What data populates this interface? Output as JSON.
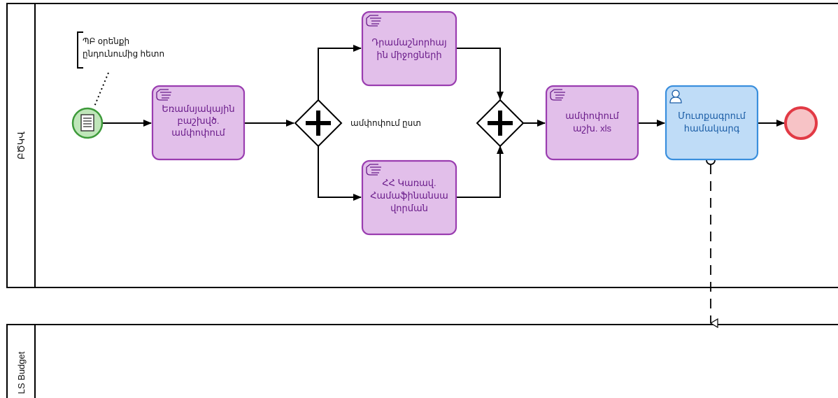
{
  "pools": [
    {
      "id": "main",
      "label": "ԲԾԿՎ"
    },
    {
      "id": "budget",
      "label": "LS Budget"
    }
  ],
  "annotation": {
    "lines": [
      "ՊԲ օրենքի",
      "ընդունումից հետո"
    ]
  },
  "gateway_label": "ամփոփում ըստ",
  "tasks": [
    {
      "id": "t1",
      "type": "manual",
      "lines": [
        "Եռամսյակային",
        "բաշխվծ.",
        "ամփոփում"
      ]
    },
    {
      "id": "t2",
      "type": "manual",
      "lines": [
        "Դրամաշնորհայ",
        "ին միջոցների"
      ]
    },
    {
      "id": "t3",
      "type": "manual",
      "lines": [
        "ՀՀ Կառավ.",
        "Համաֆինանսա",
        "վորման"
      ]
    },
    {
      "id": "t4",
      "type": "manual",
      "lines": [
        "ամփոփում",
        "աշխ. xls"
      ]
    },
    {
      "id": "t5",
      "type": "user",
      "lines": [
        "Մուտքագրում",
        "համակարգ"
      ]
    }
  ],
  "colors": {
    "task_fill": "#e2bfea",
    "task_stroke": "#9a3db0",
    "usertask_fill": "#bfdcf7",
    "usertask_stroke": "#3a8fdd",
    "start_fill": "#bfe6b9",
    "start_stroke": "#3d9a3a",
    "end_fill": "#f7c3c6",
    "end_stroke": "#e23a45",
    "line": "#000000"
  },
  "icons": {
    "manual": "hand-icon",
    "user": "user-icon",
    "start": "document-icon",
    "gateway": "plus-icon"
  }
}
